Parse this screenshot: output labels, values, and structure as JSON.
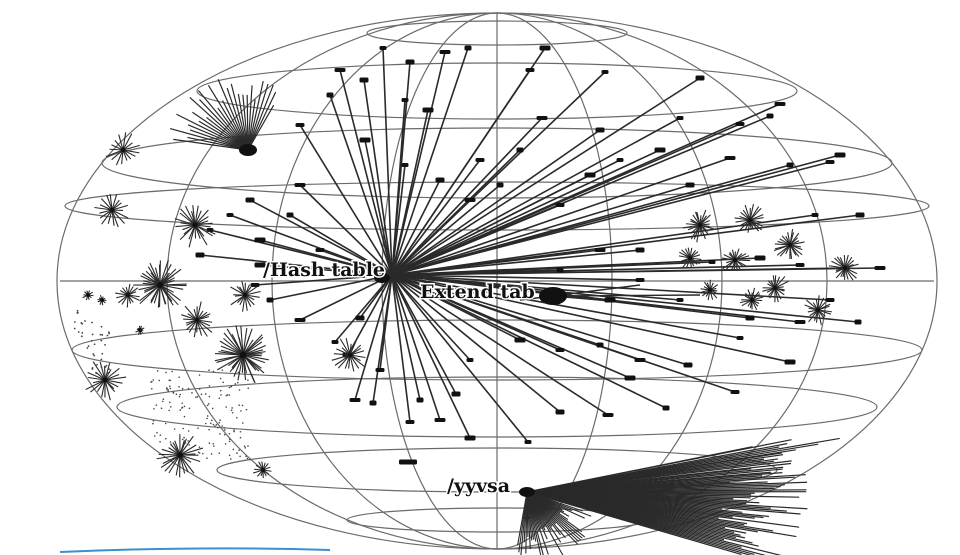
{
  "diagram": {
    "labels": {
      "hash_table": "/Hash table",
      "extend_tab": "Extend tab",
      "yyvsa": "/yyvsa"
    }
  },
  "colors": {
    "background": "#ffffff",
    "grid": "#6b6b6b",
    "edge": "#2a2a2a",
    "node": "#111111",
    "accent_line": "#3a8fd0"
  }
}
